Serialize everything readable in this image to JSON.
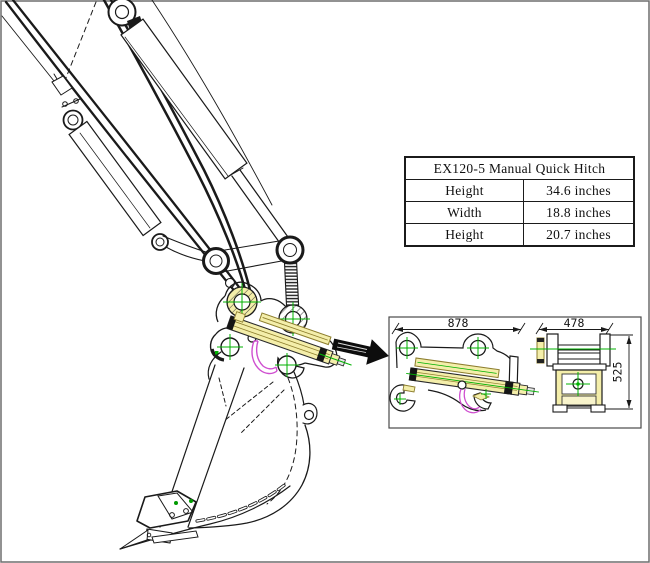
{
  "spec_table": {
    "title": "EX120-5 Manual Quick Hitch",
    "rows": [
      {
        "label": "Height",
        "value": "34.6 inches"
      },
      {
        "label": "Width",
        "value": "18.8 inches"
      },
      {
        "label": "Height",
        "value": "20.7 inches"
      }
    ]
  },
  "detail_view": {
    "side_width": "878",
    "front_width": "478",
    "front_height": "525"
  },
  "colors": {
    "highlight_yellow": "#f4eeaa",
    "highlight_olive": "#8d7e2e",
    "centerline_green": "#00b100",
    "hook_magenta": "#cf4fd0",
    "line_black": "#1a1a1a",
    "frame_gray": "#6e6e6e"
  }
}
